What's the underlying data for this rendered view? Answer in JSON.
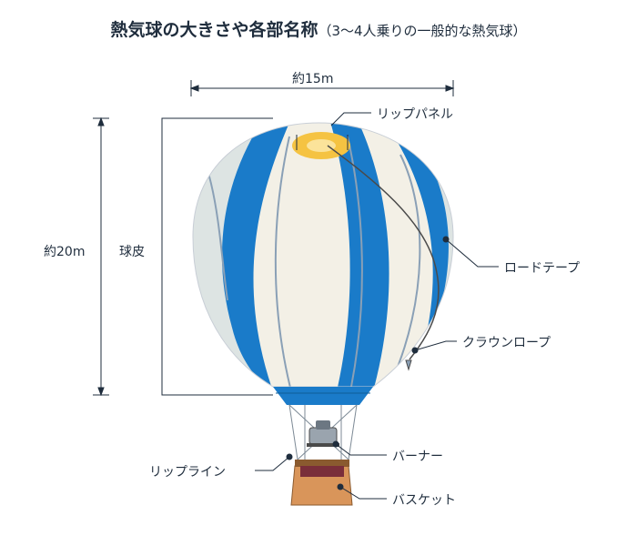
{
  "title": {
    "main": "熱気球の大きさや各部名称",
    "sub": "（3〜4人乗りの一般的な熱気球）"
  },
  "dimensions": {
    "width": "約15m",
    "height": "約20m"
  },
  "parts": {
    "envelope": "球皮",
    "rip_panel": "リップパネル",
    "load_tape": "ロードテープ",
    "crown_rope": "クラウンロープ",
    "burner": "バーナー",
    "rip_line": "リップライン",
    "basket": "バスケット"
  },
  "colors": {
    "blue": "#1a7bc9",
    "cream": "#f3f0e6",
    "yellow": "#f5c342",
    "basket": "#d9955a",
    "text": "#1f2d3d"
  }
}
